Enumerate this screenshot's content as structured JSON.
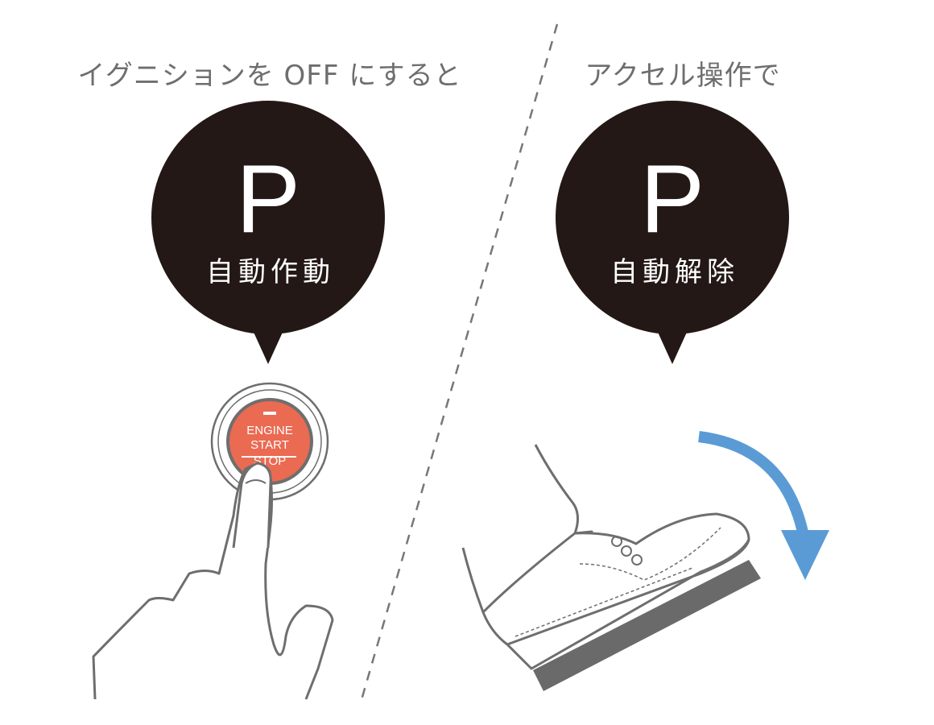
{
  "left": {
    "heading": "イグニションを OFF にすると",
    "symbol": "P",
    "label": "自動作動"
  },
  "right": {
    "heading": "アクセル操作で",
    "symbol": "P",
    "label": "自動解除"
  },
  "engine_button": {
    "line1": "ENGINE",
    "line2": "START",
    "line3": "STOP"
  },
  "colors": {
    "bubble": "#231815",
    "button": "#ea6a52",
    "arrow": "#5b9bd5",
    "pedal": "#6a6a6a",
    "line": "#6e6e6e"
  }
}
